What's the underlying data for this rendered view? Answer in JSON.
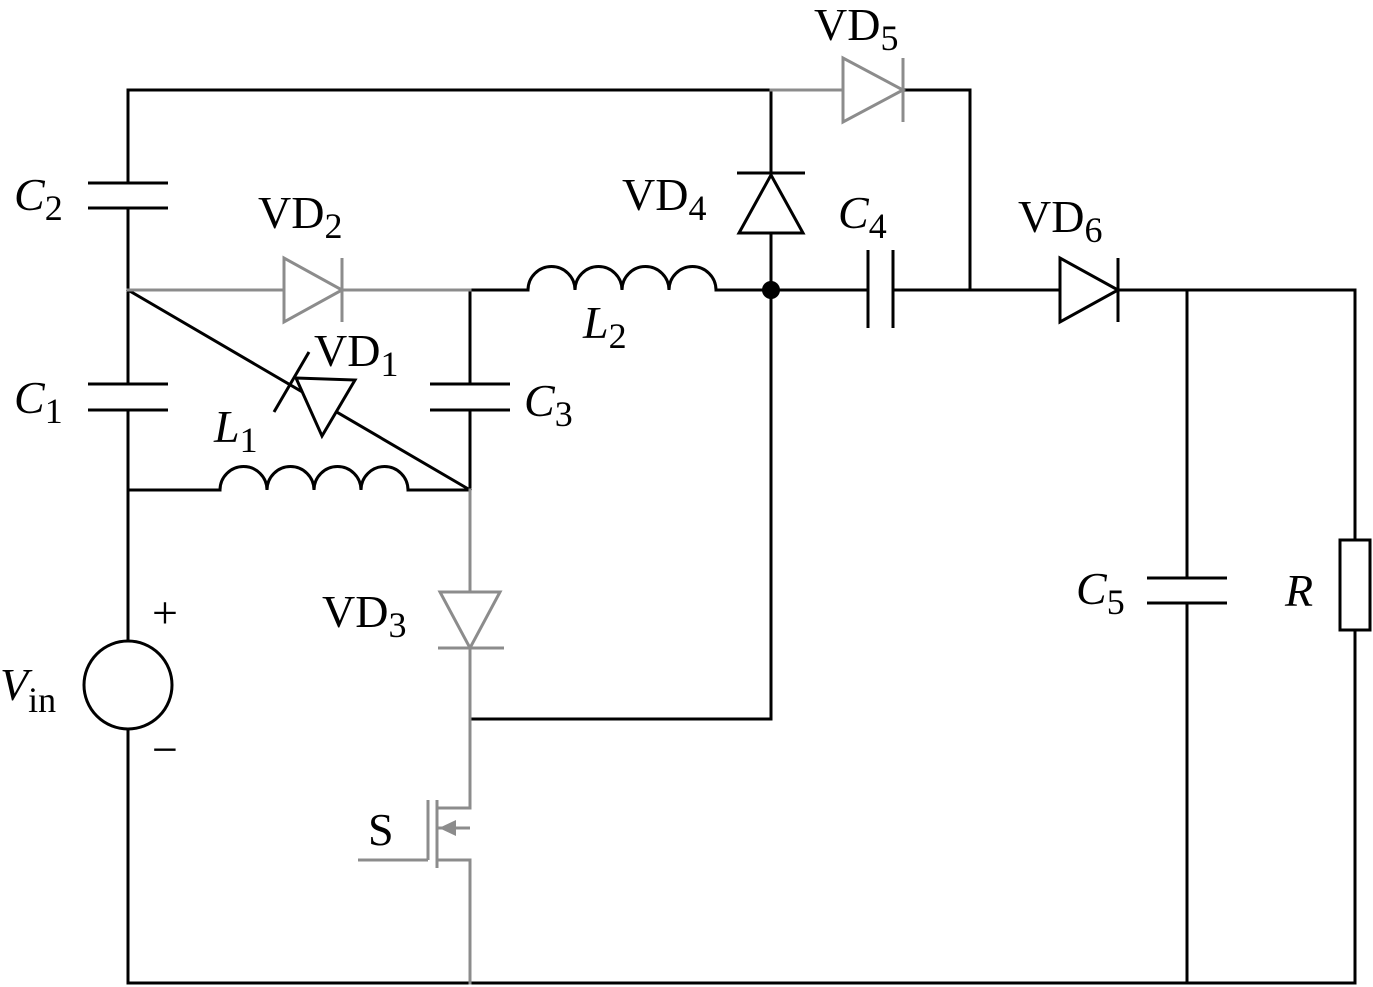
{
  "components": {
    "C1": {
      "name": "C",
      "sub": "1"
    },
    "C2": {
      "name": "C",
      "sub": "2"
    },
    "C3": {
      "name": "C",
      "sub": "3"
    },
    "C4": {
      "name": "C",
      "sub": "4"
    },
    "C5": {
      "name": "C",
      "sub": "5"
    },
    "L1": {
      "name": "L",
      "sub": "1"
    },
    "L2": {
      "name": "L",
      "sub": "2"
    },
    "VD1": {
      "name": "VD",
      "sub": "1"
    },
    "VD2": {
      "name": "VD",
      "sub": "2"
    },
    "VD3": {
      "name": "VD",
      "sub": "3"
    },
    "VD4": {
      "name": "VD",
      "sub": "4"
    },
    "VD5": {
      "name": "VD",
      "sub": "5"
    },
    "VD6": {
      "name": "VD",
      "sub": "6"
    },
    "R": {
      "name": "R"
    },
    "S": {
      "name": "S"
    },
    "Vin": {
      "name": "V",
      "sub": "in",
      "plus": "+",
      "minus": "−"
    }
  },
  "colors": {
    "main_wire": "#000000",
    "highlight_path": "#8c8c8c",
    "background": "#ffffff"
  }
}
